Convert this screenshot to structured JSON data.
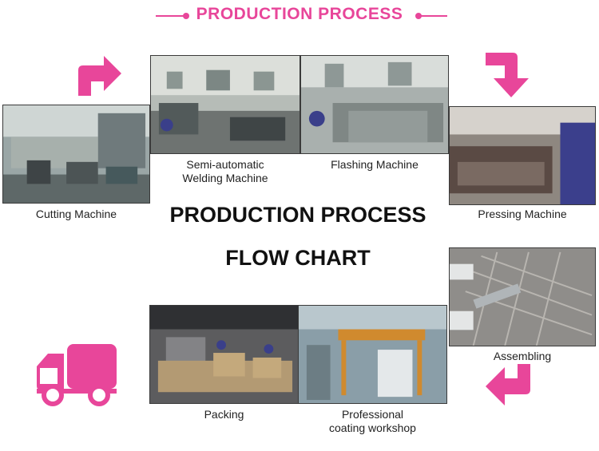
{
  "header": {
    "title": "PRODUCTION PROCESS"
  },
  "center": {
    "line1": "PRODUCTION PROCESS",
    "line2": "FLOW CHART"
  },
  "steps": [
    {
      "label": "Cutting Machine"
    },
    {
      "label": "Semi-automatic",
      "label2": "Welding Machine"
    },
    {
      "label": "Flashing Machine"
    },
    {
      "label": "Pressing Machine"
    },
    {
      "label": "Assembling"
    },
    {
      "label": "Professional",
      "label2": "coating workshop"
    },
    {
      "label": "Packing"
    }
  ],
  "colors": {
    "accent": "#e8469a"
  },
  "icons": [
    "arrow-right-icon",
    "arrow-down-icon",
    "arrow-left-icon",
    "truck-icon"
  ]
}
